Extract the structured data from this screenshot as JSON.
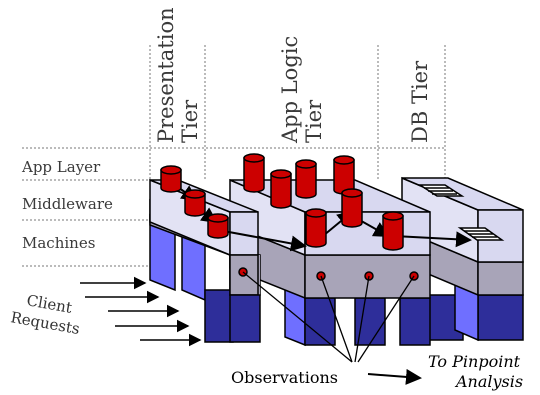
{
  "tiers": {
    "presentation": [
      "Presentation",
      "Tier"
    ],
    "app_logic": [
      "App Logic",
      "Tier"
    ],
    "db": "DB Tier"
  },
  "layers": {
    "app_layer": "App Layer",
    "middleware": "Middleware",
    "machines": "Machines"
  },
  "client_requests": [
    "Client",
    "Requests"
  ],
  "observations": "Observations",
  "pinpoint": [
    "To Pinpoint",
    "Analysis"
  ],
  "colors": {
    "component_red": "#cc0000",
    "middleware_top": "#d8d8f0",
    "machine_blue": "#6f6fff",
    "machine_dark": "#2e2e9a",
    "bar_gray": "#a8a4b8"
  }
}
